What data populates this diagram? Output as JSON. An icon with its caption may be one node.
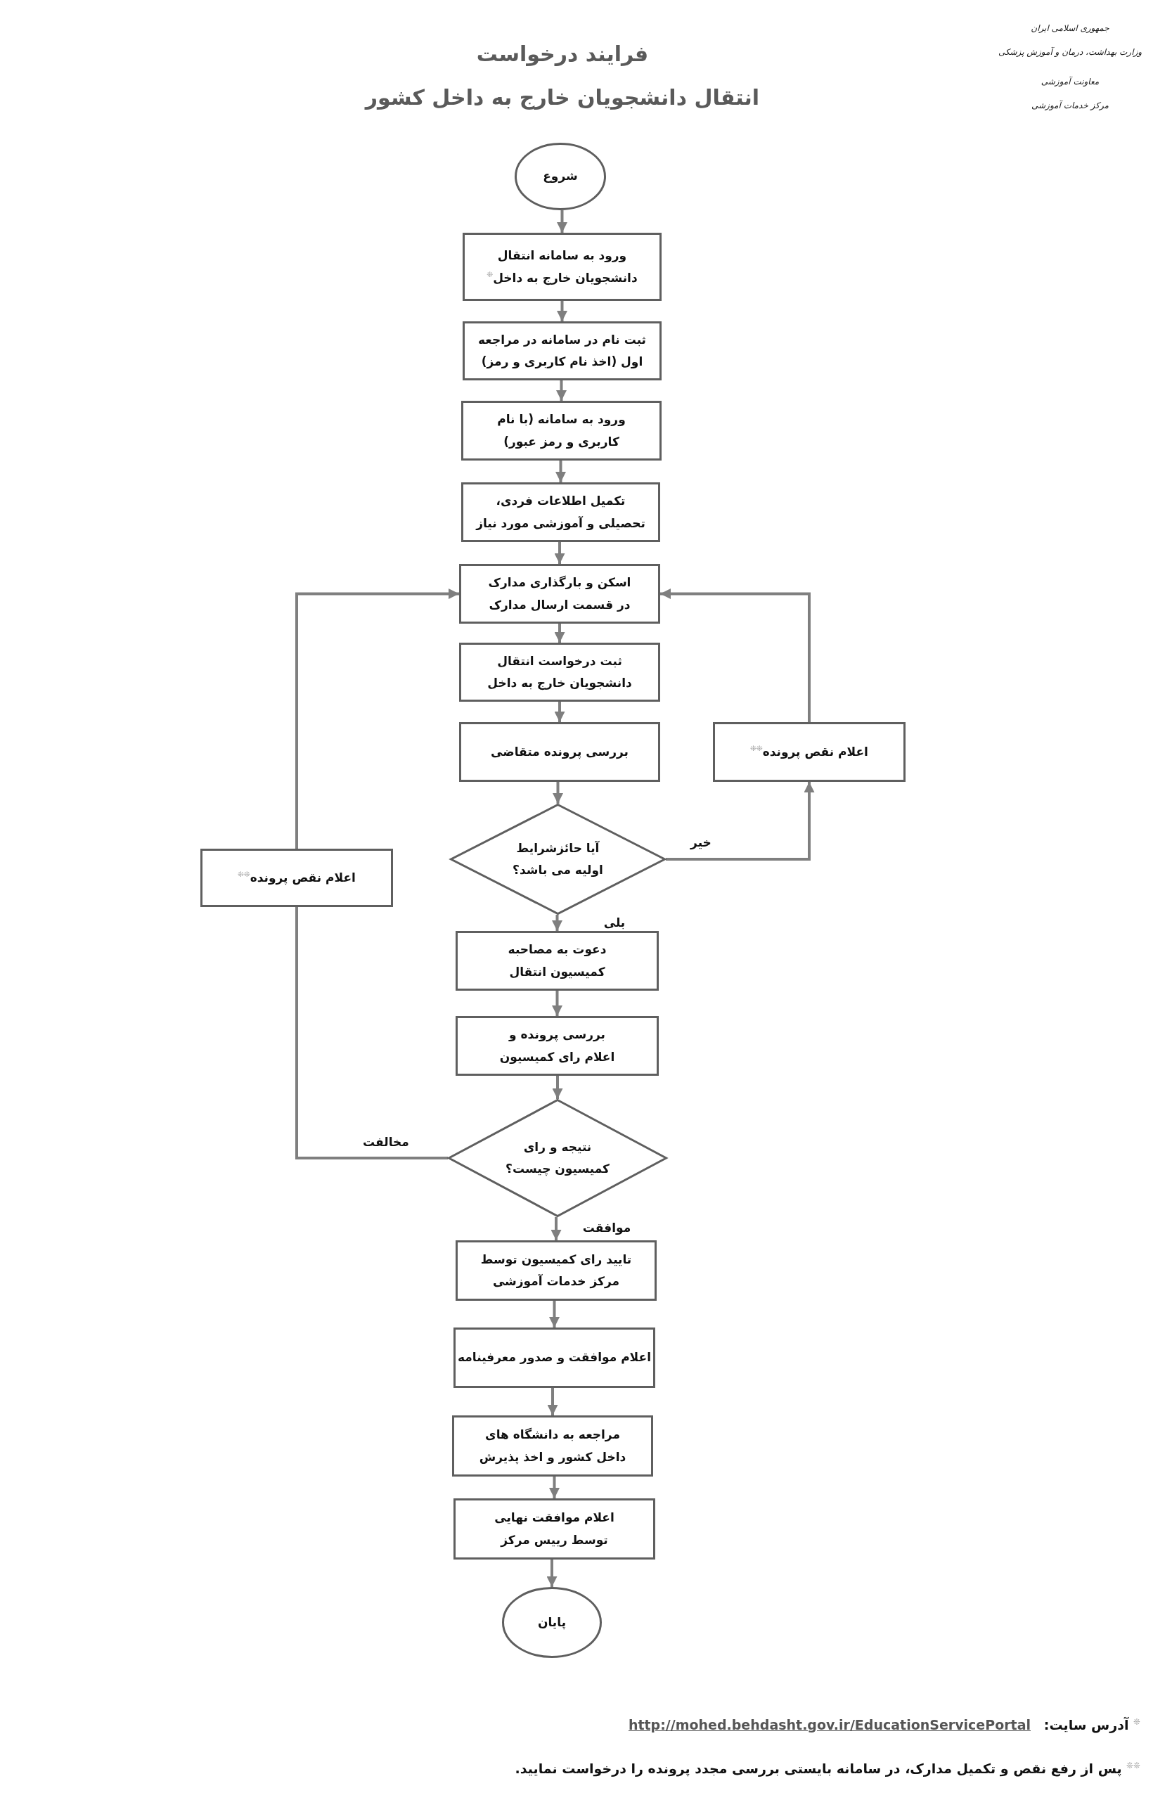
{
  "diagram": {
    "title": "فرایند درخواست انتقال دانشجویان خارج به داخل کشور",
    "nodes": [
      {
        "text": [
          "شروع"
        ]
      },
      {
        "text": [
          "ورود به سامانه انتقال دانشجویان خارج به داخل$^{❊}$"
        ]
      },
      {
        "text": [
          "ثبت نام در سامانه در مراجعه اول (اخذ نام کاربری و رمز)"
        ]
      },
      {
        "text": [
          "ورود به سامانه (با نام کاربری و رمز عبور)"
        ]
      },
      {
        "text": [
          "تکمیل اطلاعات فردی، تحصیلی و آموزشی مورد نیاز"
        ]
      },
      {
        "text": [
          "اسکن و بارگذاری مدارک در قسمت ارسال مدارک"
        ]
      },
      {
        "text": [
          "ثبت درخواست انتقال دانشجویان خارج به داخل"
        ]
      },
      {
        "text": [
          "بررسی پرونده متقاضی"
        ]
      },
      {
        "text": [
          "اعلام نقص پرونده$^{❊❊}$"
        ]
      },
      {
        "text": [
          "آیا حائزشرایط اولیه می باشد؟"
        ]
      },
      {
        "text": [
          "اعلام نقص پرونده$^{❊❊}$"
        ]
      },
      {
        "text": [
          "دعوت به مصاحبه کمیسیون انتقال"
        ]
      },
      {
        "text": [
          "بررسی پرونده و اعلام رای کمیسیون"
        ]
      },
      {
        "text": [
          "نتیجه و رای کمیسیون چیست؟"
        ]
      },
      {
        "text": [
          "تایید رای کمیسیون توسط مرکز خدمات آموزشی"
        ]
      },
      {
        "text": [
          "اعلام موافقت و صدور معرفینامه"
        ]
      },
      {
        "text": [
          "مراجعه به دانشگاه های داخل کشور و اخذ پذیرش"
        ]
      },
      {
        "text": [
          "اعلام موافقت نهایی توسط رییس مرکز"
        ]
      },
      {
        "text": [
          "پایان"
        ]
      }
    ],
    "edges": [
      {
        "from": 0,
        "to": 1,
        "arrow": "to"
      },
      {
        "from": 1,
        "to": 2,
        "arrow": "to"
      },
      {
        "from": 2,
        "to": 3,
        "arrow": "to"
      },
      {
        "from": 3,
        "to": 4,
        "arrow": "to"
      },
      {
        "from": 4,
        "to": 5,
        "arrow": "to"
      },
      {
        "from": 5,
        "to": 6,
        "arrow": "to"
      },
      {
        "from": 6,
        "to": 7,
        "arrow": "to"
      },
      {
        "from": 7,
        "to": 9,
        "arrow": "to"
      },
      {
        "from": 9,
        "to": 8,
        "arrow": "to",
        "label": "خیر"
      },
      {
        "from": 8,
        "to": 5,
        "arrow": "to"
      },
      {
        "from": 9,
        "to": 11,
        "arrow": "to",
        "label": "بلی"
      },
      {
        "from": 11,
        "to": 12,
        "arrow": "to"
      },
      {
        "from": 12,
        "to": 13,
        "arrow": "to"
      },
      {
        "from": 13,
        "to": 10,
        "arrow": "none",
        "label": "مخالفت"
      },
      {
        "from": 10,
        "to": 5,
        "arrow": "to"
      },
      {
        "from": 13,
        "to": 14,
        "arrow": "to",
        "label": "موافقت"
      },
      {
        "from": 14,
        "to": 15,
        "arrow": "to"
      },
      {
        "from": 15,
        "to": 16,
        "arrow": "to"
      },
      {
        "from": 16,
        "to": 17,
        "arrow": "to"
      },
      {
        "from": 17,
        "to": 18,
        "arrow": "to"
      }
    ],
    "labels": [
      "جمهوری اسلامی ایران",
      "وزارت بهداشت، درمان و آموزش پزشکی",
      "معاونت آموزشی",
      "مرکز خدمات آموزشی",
      "$^{❊}$ آدرس سایت:",
      "http://mohed.behdasht.gov.ir/EducationServicePortal",
      "$^{❊❊}$ پس از رفع نقص و تکمیل مدارک، در سامانه بایستی بررسی مجدد پرونده را درخواست نمایید."
    ]
  }
}
